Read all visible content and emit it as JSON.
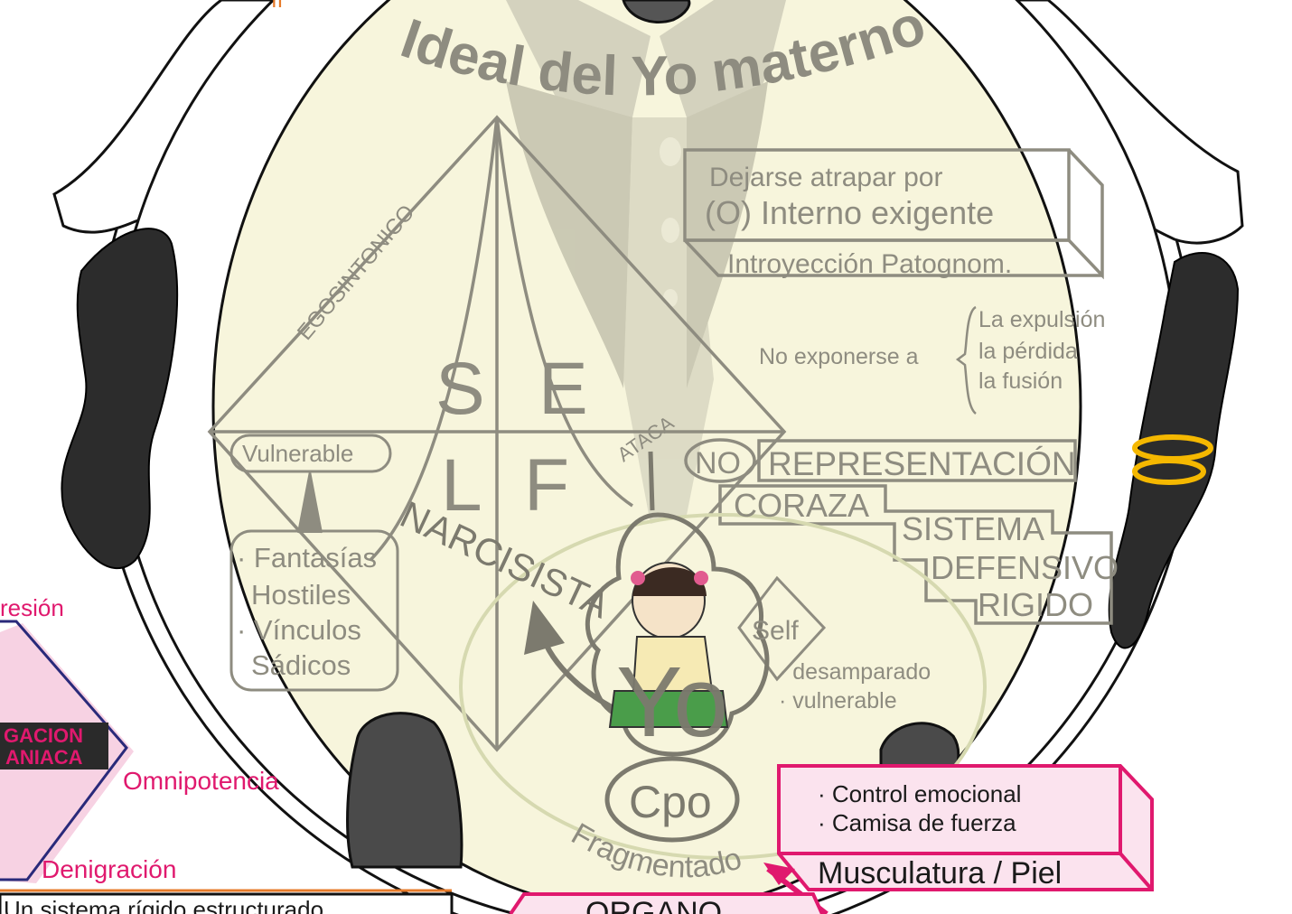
{
  "title": "Ideal del Yo materno",
  "cut_top_text": "II",
  "self_letters": [
    "S",
    "E",
    "L",
    "F"
  ],
  "egosintonico": "EGOSINTONICO",
  "narcisista": "NARCISISTA",
  "ataca": "ATACA",
  "vulnerable": "Vulnerable",
  "fantasias": [
    "· Fantasías",
    "Hostiles",
    "· Vínculos",
    "Sádicos"
  ],
  "dejarse": [
    "Dejarse atrapar por",
    "(O) Interno exigente"
  ],
  "introyeccion": "Introyección Patognom.",
  "no_exponerse": "No exponerse a",
  "no_exponerse_items": [
    "La expulsión",
    "la pérdida",
    "la fusión"
  ],
  "no_label": "NO",
  "representacion": "REPRESENTACIÓN",
  "coraza": "CORAZA",
  "sistema": [
    "SISTEMA",
    "DEFENSIVO",
    "RIGIDO"
  ],
  "self_small": "Self",
  "self_small_items": [
    "· desamparado",
    "· vulnerable"
  ],
  "yo": "Yo",
  "cpo": "Cpo",
  "fragmentado": "Fragmentado",
  "musculatura_items": [
    "· Control emocional",
    "· Camisa de fuerza"
  ],
  "musculatura": "Musculatura / Piel",
  "organo": "ORGANO",
  "left_fragments": {
    "top": "resión",
    "omnipotencia": "Omnipotencia",
    "denigracion": "Denigración",
    "negacion": [
      "GACION",
      "ANIACA"
    ],
    "bottom_text": "Un sistema rígido estructurado"
  },
  "colors": {
    "gray_text": "#8e8c80",
    "cream_fill": "#f7f5dc",
    "pink": "#e0196e",
    "gold": "#f5b800",
    "glove": "#2c2c2c"
  }
}
